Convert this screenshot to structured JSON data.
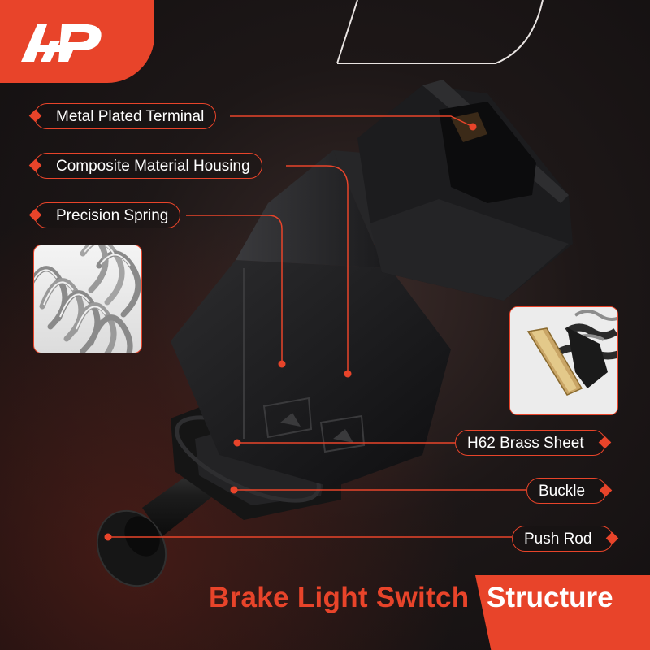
{
  "brand": {
    "logo_icon": "a-premium-logo-icon",
    "accent_color": "#e8442a"
  },
  "callouts": {
    "metal_plated_terminal": "Metal Plated Terminal",
    "composite_material_housing": "Composite Material Housing",
    "precision_spring": "Precision Spring",
    "h62_brass_sheet": "H62 Brass Sheet",
    "buckle": "Buckle",
    "push_rod": "Push Rod"
  },
  "title": {
    "main": "Brake Light Switch",
    "accent": "Structure"
  },
  "insets": {
    "spring_icon": "spring-closeup-image",
    "brass_icon": "brass-sheet-closeup-image"
  }
}
